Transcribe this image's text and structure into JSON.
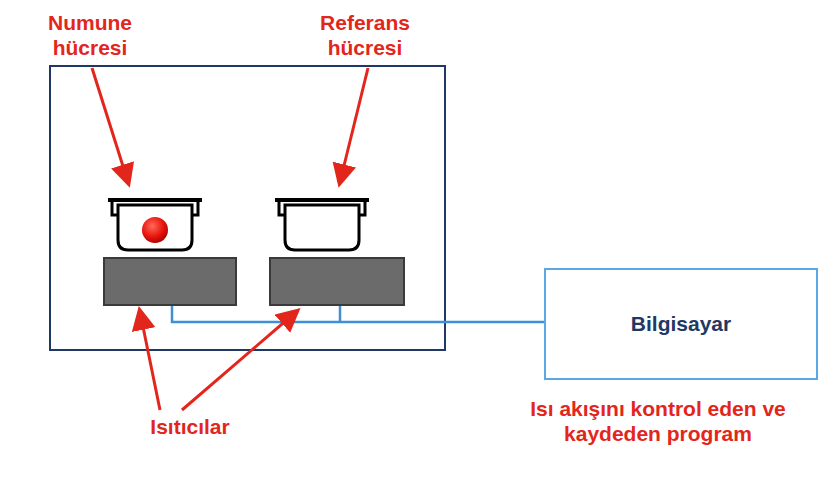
{
  "diagram": {
    "nodes": [
      {
        "text": [
          "Bilgisayar"
        ]
      }
    ],
    "labels": [
      "Numune hücresi",
      "Referans hücresi",
      "Isıtıcılar",
      "Isı akışını kontrol eden ve kaydeden program"
    ]
  }
}
